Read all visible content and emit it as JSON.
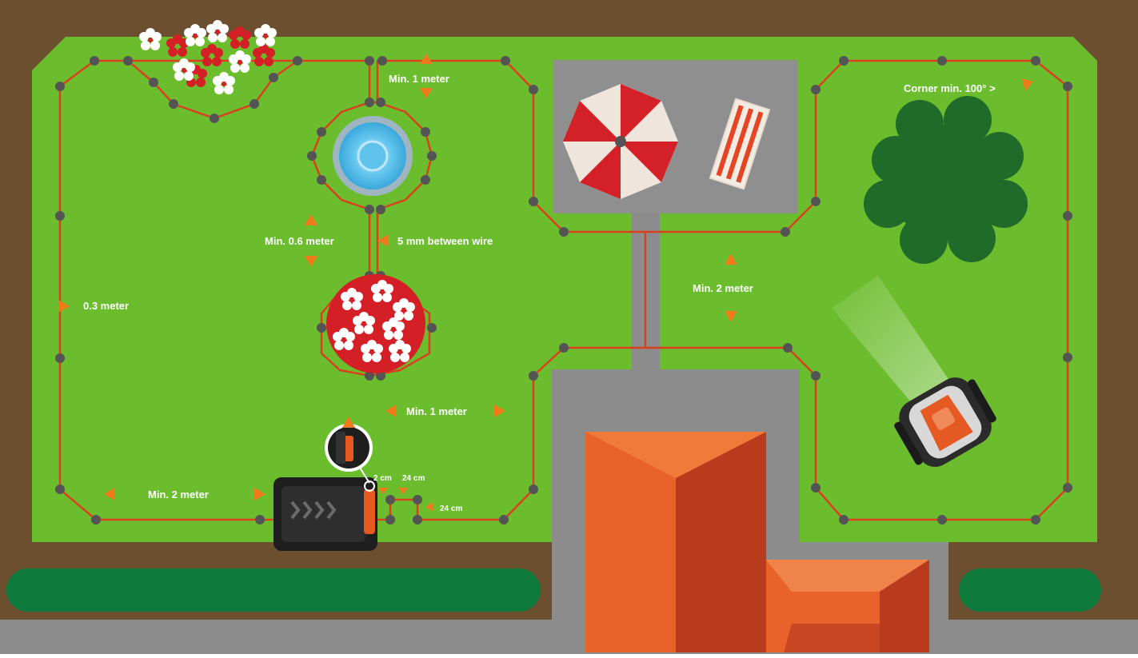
{
  "labels": {
    "min_1_meter_top": "Min. 1 meter",
    "corner_min": "Corner min. 100° >",
    "min_06_meter": "Min. 0.6 meter",
    "five_mm_between_wire": "5 mm between wire",
    "min_2_meter_right": "Min. 2 meter",
    "point_3_meter": "0.3 meter",
    "min_1_meter_bottom": "Min. 1 meter",
    "min_2_meter_bottom": "Min. 2 meter",
    "two_cm": "2 cm",
    "twentyfour_cm_top": "24 cm",
    "twentyfour_cm_side": "24 cm"
  },
  "colors": {
    "soil": "#6b4f2e",
    "lawn": "#6cbd2e",
    "wire": "#d9411e",
    "peg": "#545454",
    "pavement": "#8c8c8c",
    "roof_light": "#e9622a",
    "roof_dark": "#b83b1e",
    "hedge": "#0e7a3b",
    "arrow": "#f07a1a",
    "label": "#ffffff"
  }
}
